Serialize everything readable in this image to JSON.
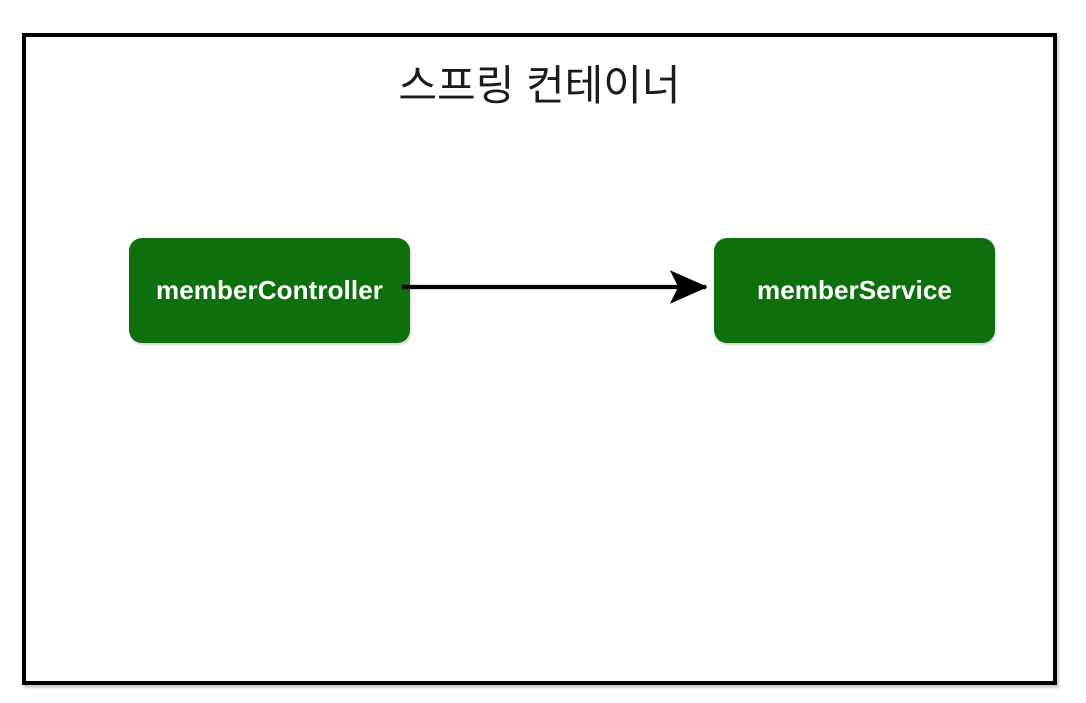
{
  "diagram": {
    "title": "스프링 컨테이너",
    "background_color": "#ffffff",
    "frame": {
      "name": "spring-container",
      "border_color": "#000000",
      "fill_color": "#ffffff"
    },
    "node_color": "#0d700d",
    "node_text_color": "#ffffff",
    "edge_color": "#000000",
    "nodes": [
      {
        "id": "memberController",
        "label": "memberController",
        "icon": "rounded-rect-node"
      },
      {
        "id": "memberService",
        "label": "memberService",
        "icon": "rounded-rect-node"
      }
    ],
    "edges": [
      {
        "from": "memberController",
        "to": "memberService",
        "label": "",
        "style": "solid",
        "arrowhead": "filled-triangle",
        "icon": "arrow-right-icon"
      }
    ]
  }
}
